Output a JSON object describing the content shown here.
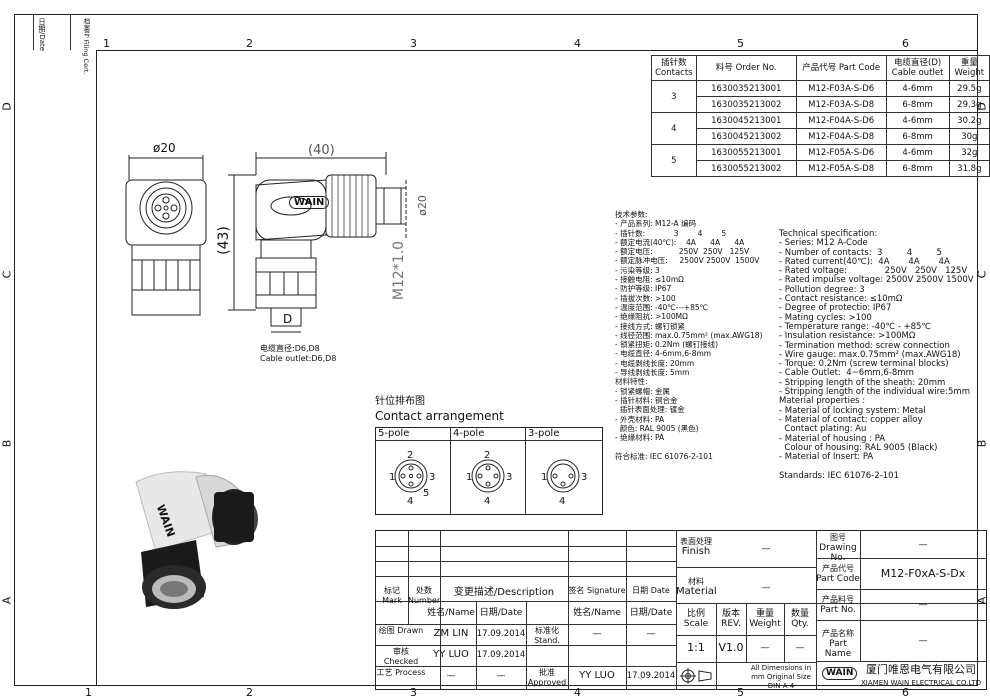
{
  "frame": {
    "date_label": "日期/Date",
    "filing_label": "档案号 Filing Cert.",
    "cols": [
      "1",
      "2",
      "3",
      "4",
      "5",
      "6"
    ],
    "rows": [
      "D",
      "C",
      "B",
      "A"
    ]
  },
  "order_table": {
    "headers": [
      "插针数 Contacts",
      "料号 Order No.",
      "产品代号 Part Code",
      "电缆直径(D) Cable outlet",
      "重量 Weight"
    ],
    "groups": [
      {
        "contacts": "3",
        "rows": [
          [
            "1630035213001",
            "M12-F03A-S-D6",
            "4-6mm",
            "29.5g"
          ],
          [
            "1630035213002",
            "M12-F03A-S-D8",
            "6-8mm",
            "29.3g"
          ]
        ]
      },
      {
        "contacts": "4",
        "rows": [
          [
            "1630045213001",
            "M12-F04A-S-D6",
            "4-6mm",
            "30.2g"
          ],
          [
            "1630045213002",
            "M12-F04A-S-D8",
            "6-8mm",
            "30g"
          ]
        ]
      },
      {
        "contacts": "5",
        "rows": [
          [
            "1630055213001",
            "M12-F05A-S-D6",
            "4-6mm",
            "32g"
          ],
          [
            "1630055213002",
            "M12-F05A-S-D8",
            "6-8mm",
            "31.8g"
          ]
        ]
      }
    ]
  },
  "drawing": {
    "dia20": "ø20",
    "dim40": "(40)",
    "dim43": "(43)",
    "dia20v": "ø20",
    "thread": "M12*1.0",
    "d_label": "D",
    "brand": "WAIN",
    "cable_cn": "电缆直径:D6,D8",
    "cable_en": "Cable outlet:D6,D8"
  },
  "pin_layout": {
    "title_cn": "针位排布图",
    "title_en": "Contact arrangement",
    "poles": [
      "5-pole",
      "4-pole",
      "3-pole"
    ]
  },
  "spec_cn": "技术参数:\n- 产品系列: M12-A 编码\n- 插针数:            3        4        5\n- 额定电流(40℃):    4A      4A      4A\n- 额定电压:           250V  250V   125V\n- 额定脉冲电压:     2500V 2500V  1500V\n- 污染等级: 3\n- 接触电阻: ≤10mΩ\n- 防护等级: IP67\n- 插拔次数: >100\n- 温度范围: -40℃---+85℃\n- 绝缘阻抗: >100MΩ\n- 接线方式: 螺钉锁紧\n- 线径范围: max.0.75mm² (max.AWG18)\n- 锁紧扭矩: 0.2Nm (螺钉接线)\n- 电缆直径: 4-6mm,6-8mm\n- 电缆剥线长度: 20mm\n- 导线剥线长度: 5mm\n材料特性:\n- 锁紧螺帽: 金属\n- 插针材料: 铜合金\n  插针表面处理: 镀金\n- 外壳材料: PA\n  颜色: RAL 9005 (黑色)\n- 绝缘材料: PA\n\n符合标准: IEC 61076-2-101",
  "spec_en": "Technical specification:\n- Series: M12 A-Code\n- Number of contacts:  3         4         5\n- Rated current(40℃):  4A       4A       4A\n- Rated voltage:              250V   250V   125V\n- Rated impulse voltage: 2500V 2500V 1500V\n- Pollution degree: 3\n- Contact resistance: ≤10mΩ\n- Degree of protectio: IP67\n- Mating cycles: >100\n- Temperature range: -40℃ - +85℃\n- Insulation resistance: >100MΩ\n- Termination method: screw connection\n- Wire gauge: max.0.75mm² (max.AWG18)\n- Torque: 0.2Nm (screw terminal blocks)\n- Cable Outlet:  4~6mm,6-8mm\n- Stripping length of the sheath: 20mm\n- Stripping length of the individual wire:5mm\nMaterial properties :\n- Material of locking system: Metal\n- Material of contact: copper alloy\n  Contact plating: Au\n- Material of housing : PA\n  Colour of housing: RAL 9005 (Black)\n- Material of Insert: PA\n\nStandards: IEC 61076-2-101",
  "title_block": {
    "finish_cn": "表面处理",
    "finish_en": "Finish",
    "finish_val": "—",
    "material_cn": "材料",
    "material_en": "Material",
    "material_val": "—",
    "drawing_no_cn": "图号",
    "drawing_no_en": "Drawing No.",
    "drawing_no_val": "—",
    "part_code_cn": "产品代号",
    "part_code_en": "Part Code",
    "part_code_val": "M12-F0xA-S-Dx",
    "part_no_cn": "产品料号",
    "part_no_en": "Part No.",
    "part_no_val": "—",
    "part_name_cn": "产品名称",
    "part_name_en": "Part Name",
    "part_name_val": "—",
    "mark": "标记 Mark",
    "number": "处数 Number",
    "description": "变更描述/Description",
    "signature": "签名 Signature",
    "date": "日期 Date",
    "name_h": "姓名/Name",
    "date_h": "日期/Date",
    "stand": "标准化 Stand.",
    "drawn": "绘图 Drawn",
    "drawn_name": "ZM LIN",
    "drawn_date": "17.09.2014",
    "checked": "审核 Checked",
    "checked_name": "YY LUO",
    "checked_date": "17.09.2014",
    "process": "工艺 Process",
    "approved": "批准 Approved",
    "approved_name": "YY LUO",
    "approved_date": "17.09.2014",
    "dash": "—",
    "scale_h": "比例 Scale",
    "rev_h": "版本 REV.",
    "weight_h": "重量 Weight",
    "qty_h": "数量 Qty.",
    "scale": "1:1",
    "rev": "V1.0",
    "dims_note": "All Dimensions in mm Original Size DIN A 4",
    "company_cn": "厦门唯恩电气有限公司",
    "company_en": "XIAMEN WAIN ELECTRICAL CO.LTD"
  }
}
